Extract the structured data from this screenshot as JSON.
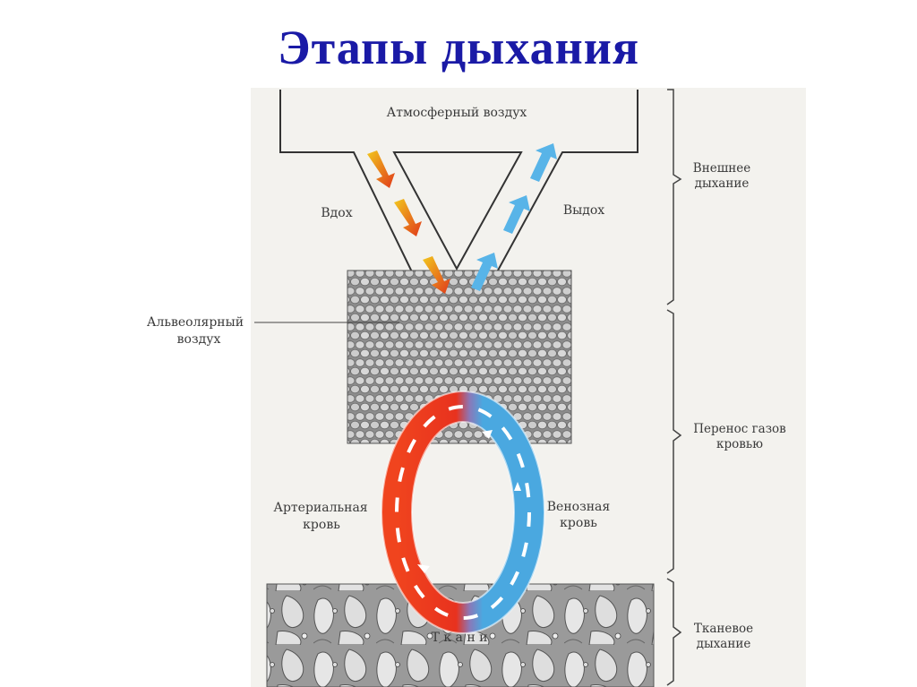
{
  "title": "Этапы дыхания",
  "labels": {
    "atmospheric_air": "Атмосферный воздух",
    "inhale": "Вдох",
    "exhale": "Выдох",
    "alveolar_air_line1": "Альвеолярный",
    "alveolar_air_line2": "воздух",
    "arterial_blood_line1": "Артериальная",
    "arterial_blood_line2": "кровь",
    "venous_blood_line1": "Венозная",
    "venous_blood_line2": "кровь",
    "tissues": "Т к а н и"
  },
  "stages": {
    "external_breathing_line1": "Внешнее",
    "external_breathing_line2": "дыхание",
    "gas_transport_line1": "Перенос газов",
    "gas_transport_line2": "кровью",
    "tissue_breathing_line1": "Тканевое",
    "tissue_breathing_line2": "дыхание"
  },
  "colors": {
    "title": "#1a1aa6",
    "arterial": "#e8321e",
    "venous": "#4aa8e0",
    "inhale_arrow_start": "#f0c020",
    "inhale_arrow_end": "#e03a1a",
    "exhale_arrow": "#58b4e8"
  }
}
